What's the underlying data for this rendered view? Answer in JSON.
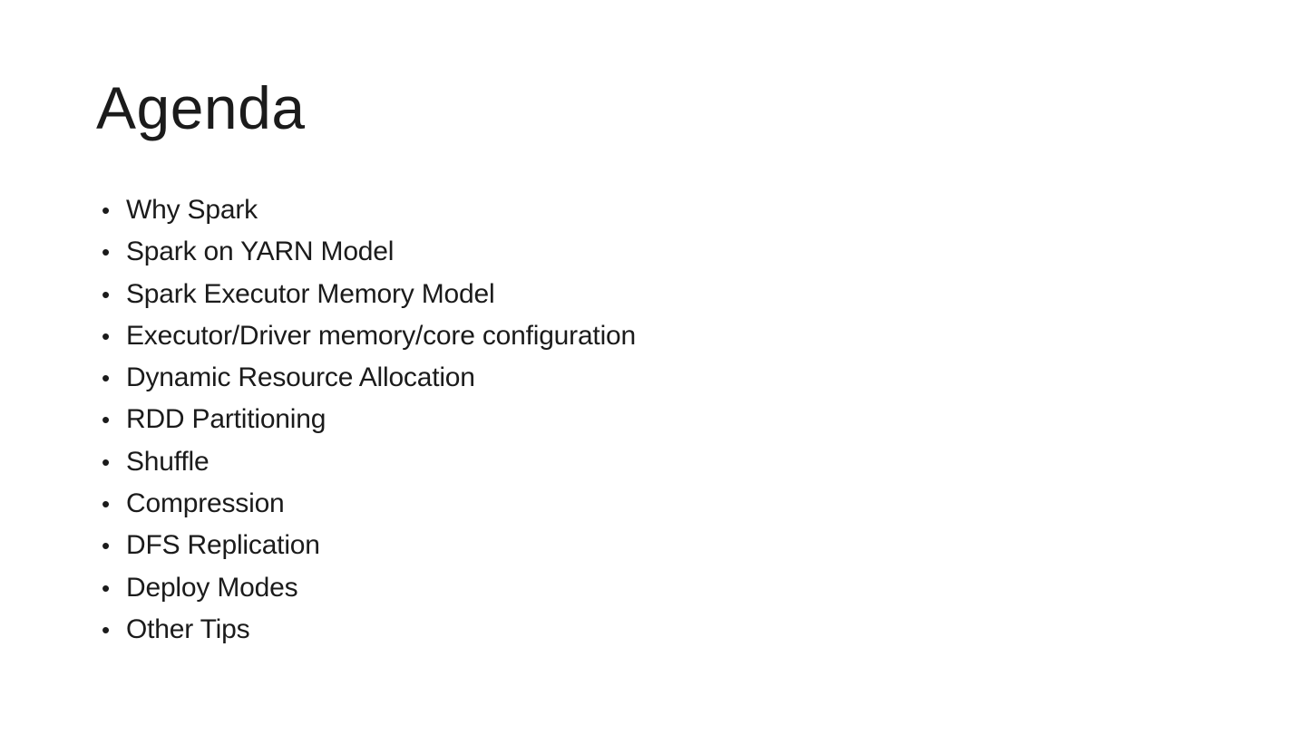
{
  "slide": {
    "title": "Agenda",
    "bullet_glyph": "•",
    "bullets": [
      "Why Spark",
      "Spark on YARN Model",
      "Spark Executor Memory Model",
      "Executor/Driver memory/core configuration",
      "Dynamic Resource Allocation",
      "RDD Partitioning",
      "Shuffle",
      "Compression",
      "DFS Replication",
      "Deploy Modes",
      "Other Tips"
    ],
    "colors": {
      "background": "#ffffff",
      "text": "#1b1b1b"
    }
  }
}
